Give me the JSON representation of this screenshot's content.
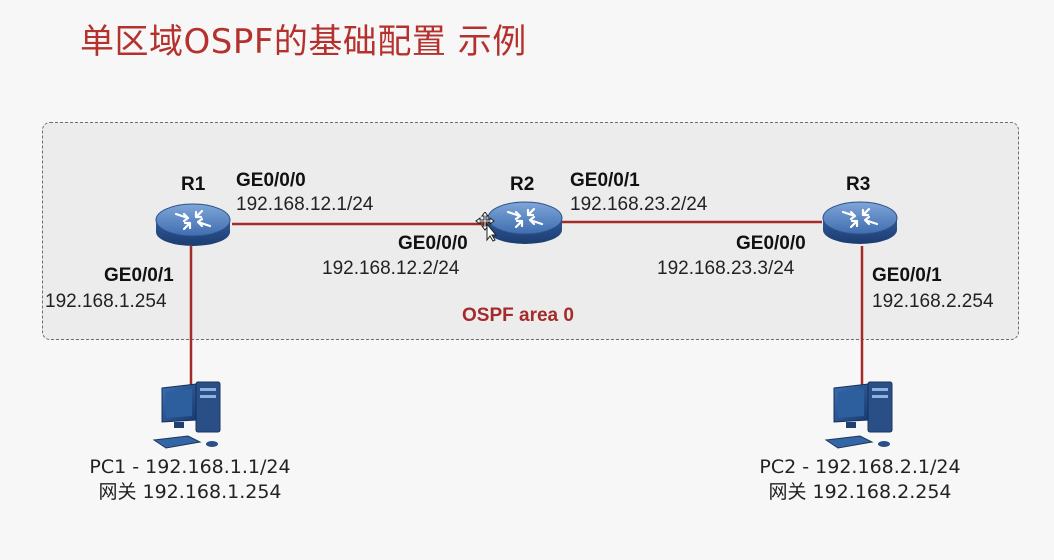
{
  "title": "单区域OSPF的基础配置 示例",
  "area_label": "OSPF area 0",
  "colors": {
    "link": "#a52a2a",
    "title": "#b5312e",
    "router": "#4a78b8"
  },
  "routers": [
    {
      "name": "R1",
      "icon": "router-icon"
    },
    {
      "name": "R2",
      "icon": "router-icon"
    },
    {
      "name": "R3",
      "icon": "router-icon"
    }
  ],
  "interfaces": {
    "r1_g000": {
      "port": "GE0/0/0",
      "ip": "192.168.12.1/24"
    },
    "r1_g001": {
      "port": "GE0/0/1",
      "ip": "192.168.1.254"
    },
    "r2_g000": {
      "port": "GE0/0/0",
      "ip": "192.168.12.2/24"
    },
    "r2_g001": {
      "port": "GE0/0/1",
      "ip": "192.168.23.2/24"
    },
    "r3_g000": {
      "port": "GE0/0/0",
      "ip": "192.168.23.3/24"
    },
    "r3_g001": {
      "port": "GE0/0/1",
      "ip": "192.168.2.254"
    }
  },
  "pcs": [
    {
      "line1": "PC1 - 192.168.1.1/24",
      "line2": "网关 192.168.1.254",
      "icon": "computer-icon"
    },
    {
      "line1": "PC2 - 192.168.2.1/24",
      "line2": "网关 192.168.2.254",
      "icon": "computer-icon"
    }
  ]
}
